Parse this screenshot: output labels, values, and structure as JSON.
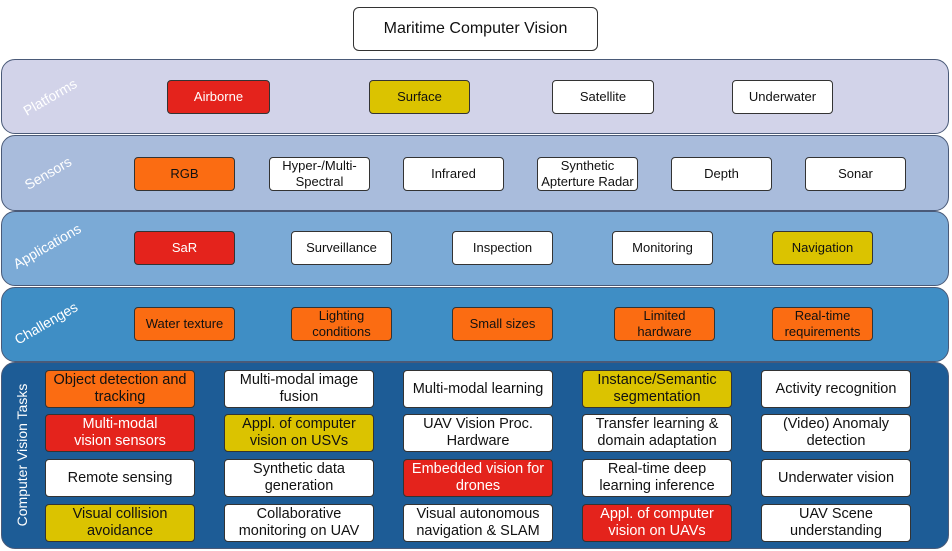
{
  "title": "Maritime Computer Vision",
  "colors": {
    "red": "#e4231c",
    "orange": "#fb6c12",
    "yellow": "#dbc300",
    "white": "#ffffff",
    "band_platforms": "#d2d3e9",
    "band_sensors": "#a9bcdc",
    "band_applications": "#7baad6",
    "band_challenges": "#3f8ec5",
    "band_tasks": "#1d5c96"
  },
  "bands": {
    "platforms": {
      "label": "Platforms",
      "items": [
        {
          "text": "Airborne",
          "color": "red"
        },
        {
          "text": "Surface",
          "color": "yellow"
        },
        {
          "text": "Satellite",
          "color": "white"
        },
        {
          "text": "Underwater",
          "color": "white"
        }
      ]
    },
    "sensors": {
      "label": "Sensors",
      "items": [
        {
          "text": "RGB",
          "color": "orange"
        },
        {
          "text": "Hyper-/Multi-\nSpectral",
          "color": "white"
        },
        {
          "text": "Infrared",
          "color": "white"
        },
        {
          "text": "Synthetic\nApterture Radar",
          "color": "white"
        },
        {
          "text": "Depth",
          "color": "white"
        },
        {
          "text": "Sonar",
          "color": "white"
        }
      ]
    },
    "applications": {
      "label": "Applications",
      "items": [
        {
          "text": "SaR",
          "color": "red"
        },
        {
          "text": "Surveillance",
          "color": "white"
        },
        {
          "text": "Inspection",
          "color": "white"
        },
        {
          "text": "Monitoring",
          "color": "white"
        },
        {
          "text": "Navigation",
          "color": "yellow"
        }
      ]
    },
    "challenges": {
      "label": "Challenges",
      "items": [
        {
          "text": "Water texture",
          "color": "orange"
        },
        {
          "text": "Lighting\nconditions",
          "color": "orange"
        },
        {
          "text": "Small sizes",
          "color": "orange"
        },
        {
          "text": "Limited\nhardware",
          "color": "orange"
        },
        {
          "text": "Real-time\nrequirements",
          "color": "orange"
        }
      ]
    },
    "tasks": {
      "label": "Computer Vision Tasks",
      "items": [
        {
          "text": "Object detection and\ntracking",
          "color": "orange"
        },
        {
          "text": "Multi-modal image\nfusion",
          "color": "white"
        },
        {
          "text": "Multi-modal learning",
          "color": "white"
        },
        {
          "text": "Instance/Semantic\nsegmentation",
          "color": "yellow"
        },
        {
          "text": "Activity recognition",
          "color": "white"
        },
        {
          "text": "Multi-modal\nvision sensors",
          "color": "red"
        },
        {
          "text": "Appl. of computer\nvision on USVs",
          "color": "yellow"
        },
        {
          "text": "UAV Vision Proc.\nHardware",
          "color": "white"
        },
        {
          "text": "Transfer learning &\ndomain adaptation",
          "color": "white"
        },
        {
          "text": "(Video) Anomaly\ndetection",
          "color": "white"
        },
        {
          "text": "Remote sensing",
          "color": "white"
        },
        {
          "text": "Synthetic data\ngeneration",
          "color": "white"
        },
        {
          "text": "Embedded vision for\ndrones",
          "color": "red"
        },
        {
          "text": "Real-time deep\nlearning inference",
          "color": "white"
        },
        {
          "text": "Underwater vision",
          "color": "white"
        },
        {
          "text": "Visual collision\navoidance",
          "color": "yellow"
        },
        {
          "text": "Collaborative\nmonitoring on UAV",
          "color": "white"
        },
        {
          "text": "Visual autonomous\nnavigation & SLAM",
          "color": "white"
        },
        {
          "text": "Appl. of computer\nvision on UAVs",
          "color": "red"
        },
        {
          "text": "UAV Scene\nunderstanding",
          "color": "white"
        }
      ]
    }
  }
}
